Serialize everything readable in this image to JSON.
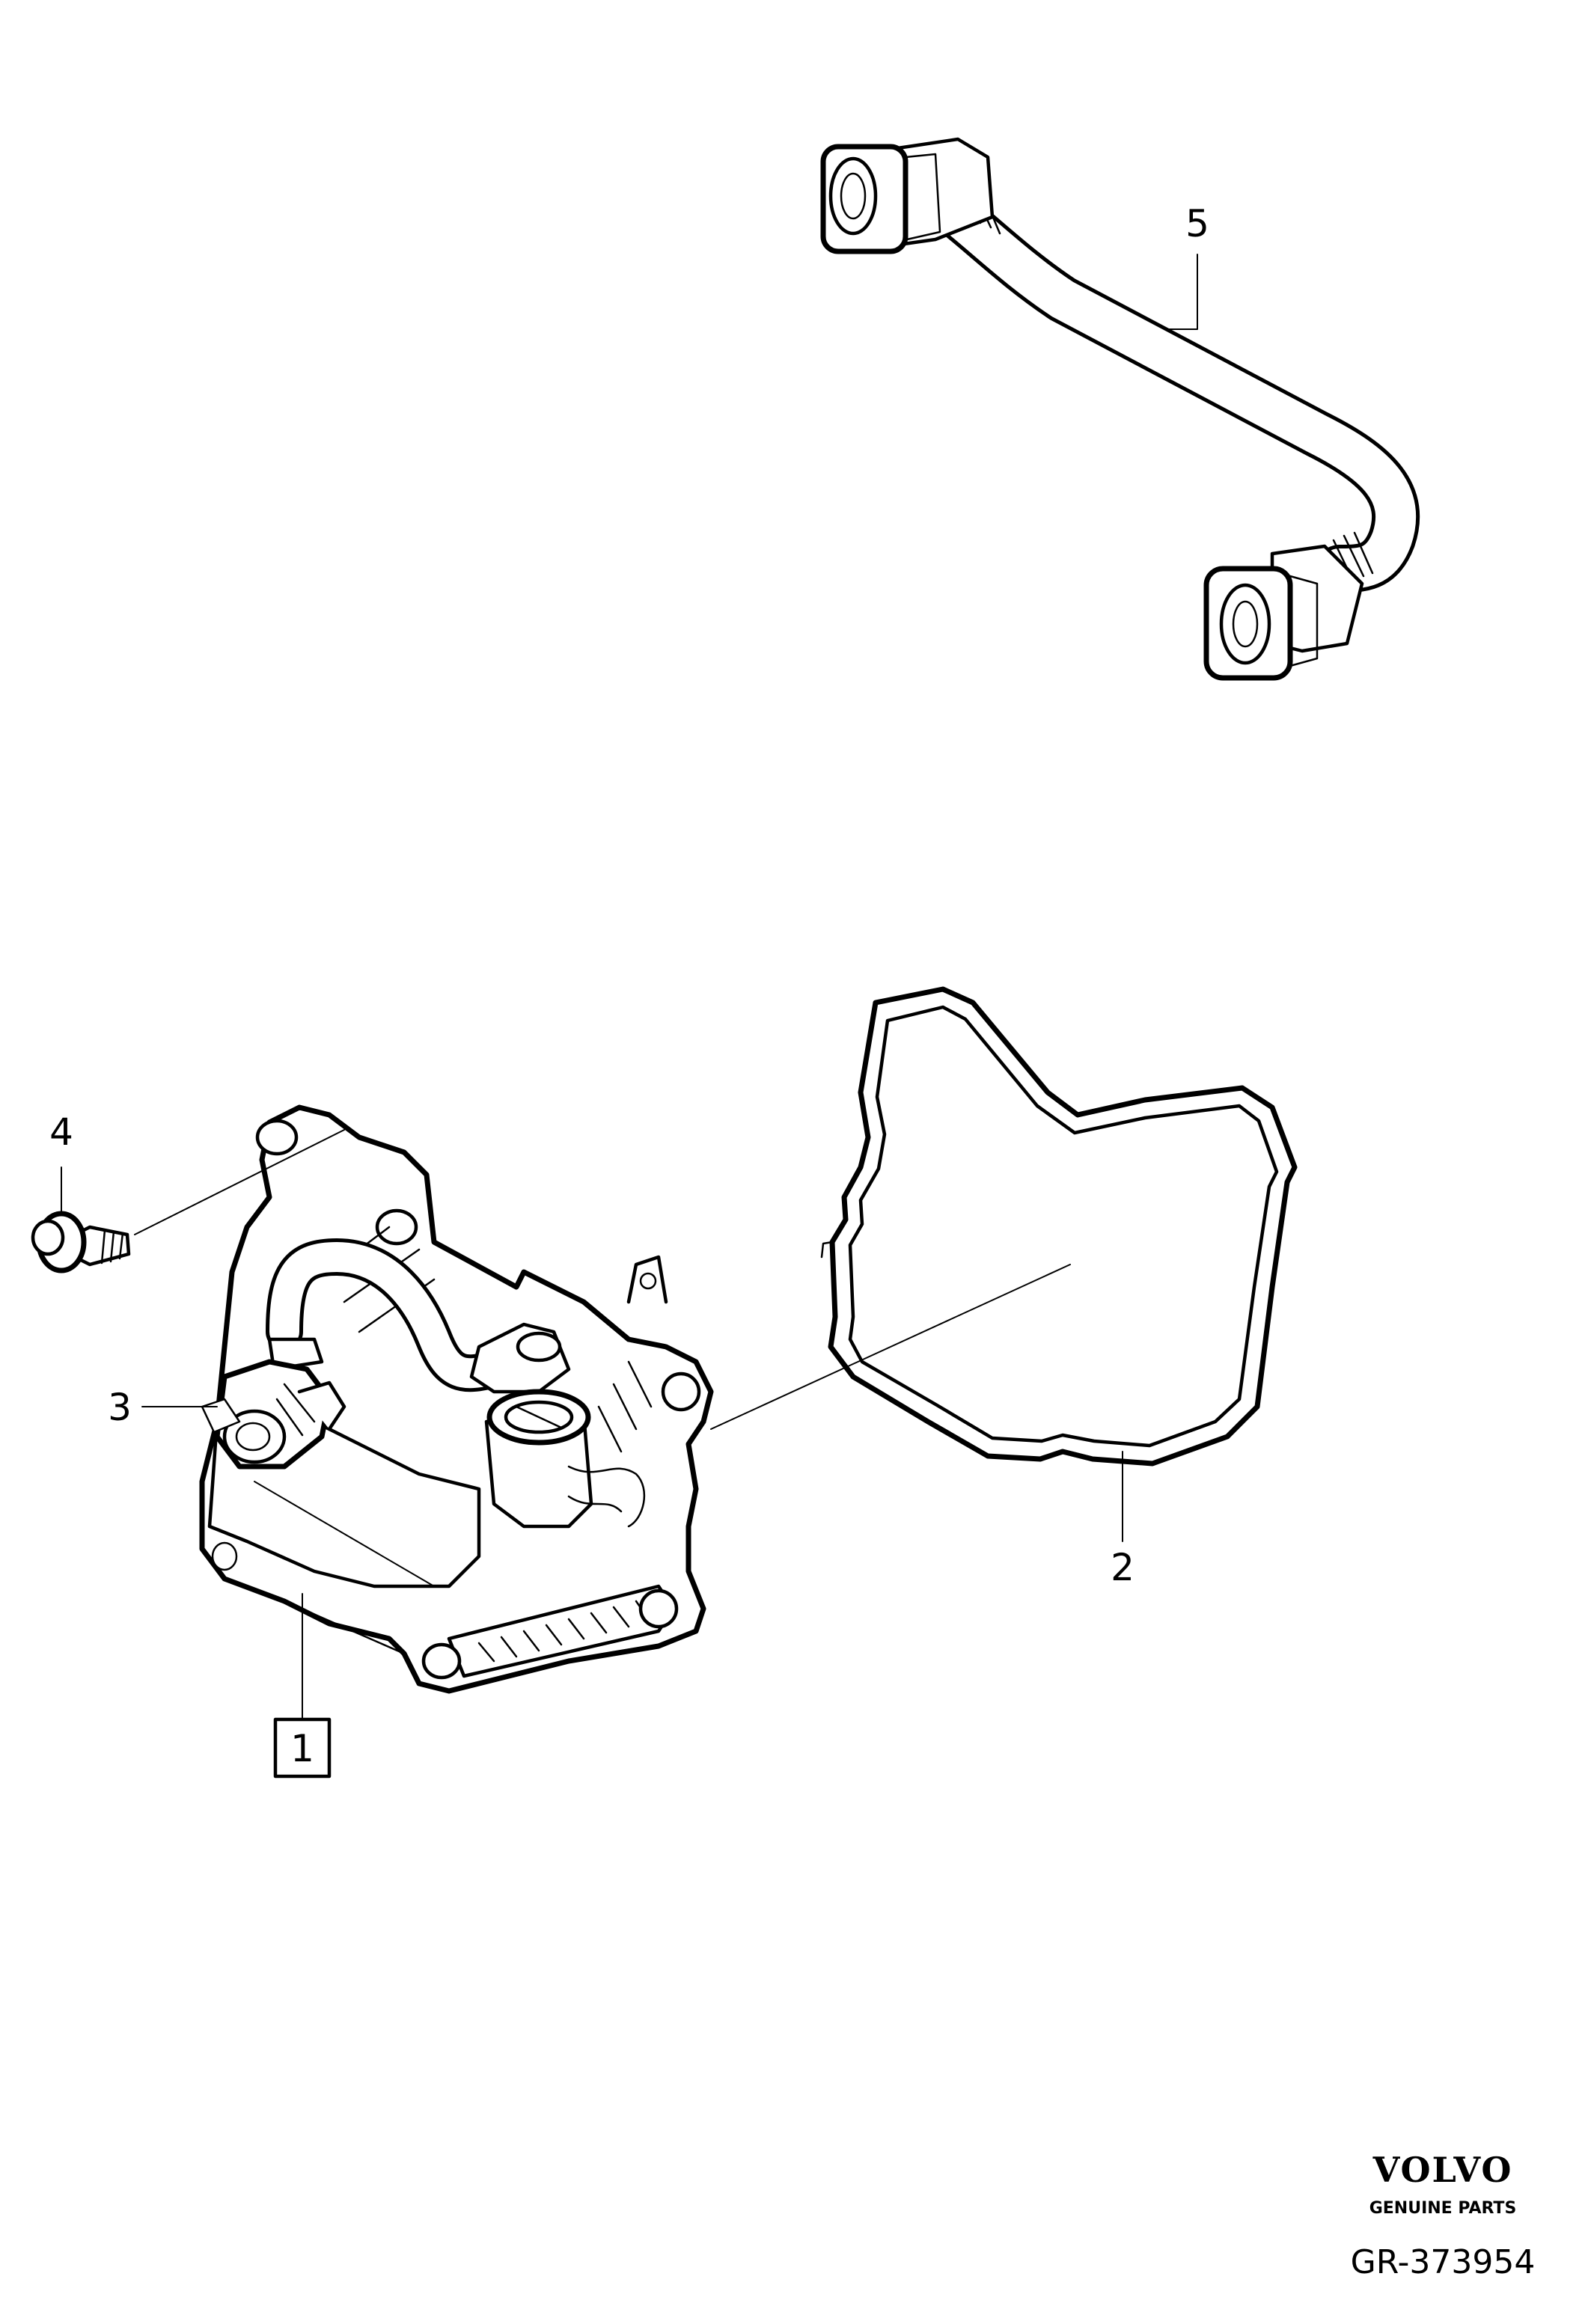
{
  "callouts": {
    "item_1": "1",
    "item_2": "2",
    "item_3": "3",
    "item_4": "4",
    "item_5": "5"
  },
  "brand": {
    "logo": "VOLVO",
    "tagline": "GENUINE PARTS"
  },
  "reference": "GR-373954"
}
